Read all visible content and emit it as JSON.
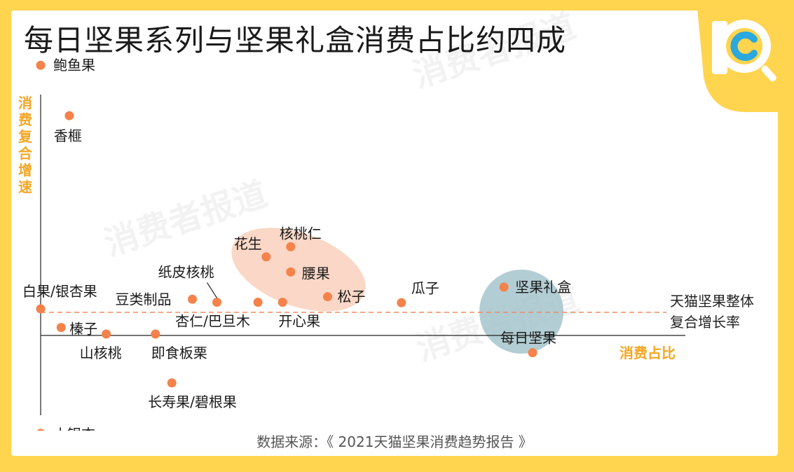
{
  "title": "每日坚果系列与坚果礼盒消费占比约四成",
  "source": "数据来源：《 2021天猫坚果消费趋势报告 》",
  "colors": {
    "background": "#FFD44E",
    "point": "#F5824A",
    "axis_label": "#F5A623",
    "reference_line": "#F08A60",
    "highlight_pink": "#F9CDB8",
    "highlight_blue": "#9FC0C8"
  },
  "watermark": "消费者报道",
  "logo_icon": "c-search-logo-icon",
  "chart_data": {
    "type": "scatter",
    "xlabel": "消费占比",
    "ylabel": "消费复合增速",
    "reference_line": {
      "label_lines": [
        "天猫坚果整体",
        "复合增长率"
      ],
      "y": 0.6
    },
    "points": [
      {
        "name": "鲍鱼果",
        "x": 0.0,
        "y": 5.5
      },
      {
        "name": "香榧",
        "x": 0.7,
        "y": 4.5
      },
      {
        "name": "花生",
        "x": 5.5,
        "y": 1.7
      },
      {
        "name": "核桃仁",
        "x": 6.1,
        "y": 1.9
      },
      {
        "name": "腰果",
        "x": 6.1,
        "y": 1.4
      },
      {
        "name": "纸皮核桃",
        "x": 4.3,
        "y": 0.8
      },
      {
        "name": "豆类制品",
        "x": 3.7,
        "y": 0.86
      },
      {
        "name": "杏仁/巴旦木",
        "x": 5.3,
        "y": 0.8
      },
      {
        "name": "开心果",
        "x": 5.9,
        "y": 0.8
      },
      {
        "name": "松子",
        "x": 7.0,
        "y": 0.91
      },
      {
        "name": "瓜子",
        "x": 8.8,
        "y": 0.79
      },
      {
        "name": "坚果礼盒",
        "x": 11.3,
        "y": 1.1
      },
      {
        "name": "每日坚果",
        "x": 12.0,
        "y": -0.2
      },
      {
        "name": "白果/银杏果",
        "x": 0.0,
        "y": 0.67
      },
      {
        "name": "榛子",
        "x": 0.5,
        "y": 0.3
      },
      {
        "name": "山核桃",
        "x": 1.6,
        "y": 0.17
      },
      {
        "name": "即食板栗",
        "x": 2.8,
        "y": 0.17
      },
      {
        "name": "长寿果/碧根果",
        "x": 3.2,
        "y": -0.8
      },
      {
        "name": "小银杏",
        "x": 0.0,
        "y": -1.8
      }
    ]
  }
}
